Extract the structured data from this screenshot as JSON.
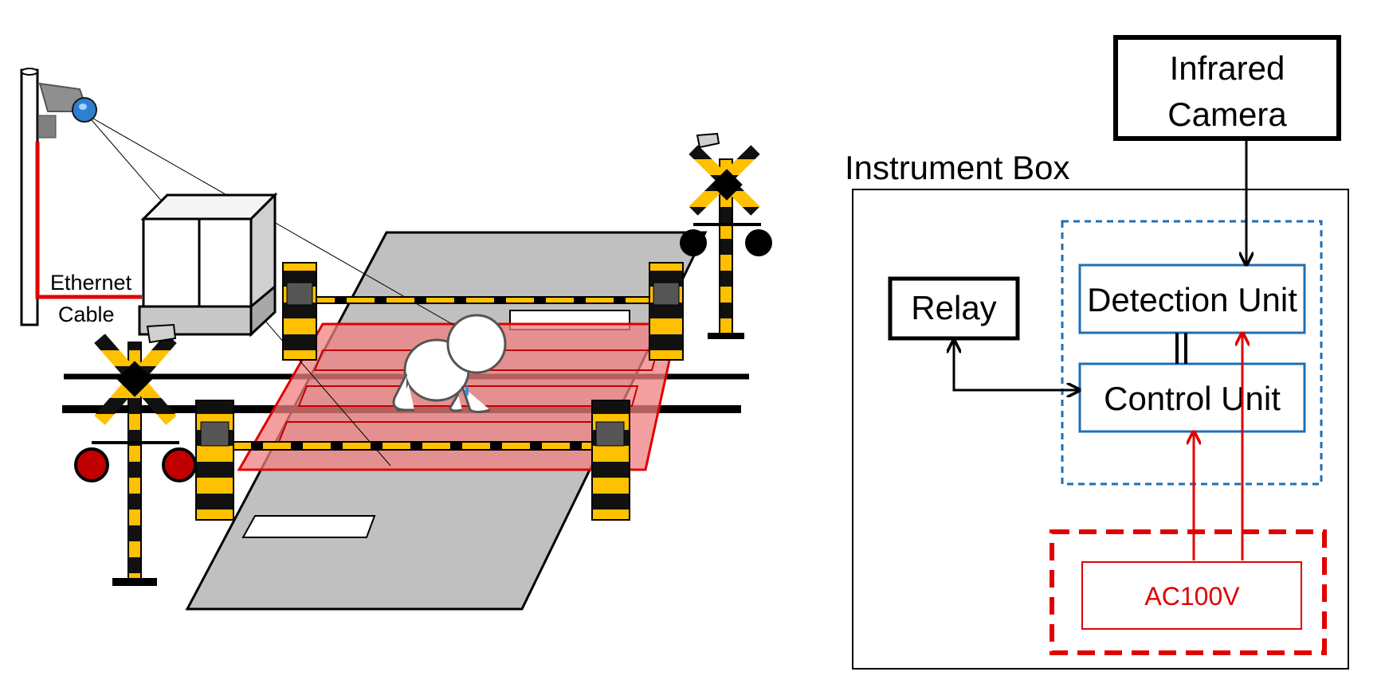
{
  "scene": {
    "cable_label_line1": "Ethernet",
    "cable_label_line2": "Cable"
  },
  "block_diagram": {
    "infrared_camera_line1": "Infrared",
    "infrared_camera_line2": "Camera",
    "instrument_box_label": "Instrument Box",
    "relay_label": "Relay",
    "detection_unit_label": "Detection Unit",
    "control_unit_label": "Control Unit",
    "power_label": "AC100V"
  },
  "colors": {
    "power_red": "#e00000",
    "unit_blue": "#1f6fb4",
    "warning_yellow": "#ffc000",
    "road_gray": "#c0c0c0",
    "detection_zone": "#f28080"
  }
}
